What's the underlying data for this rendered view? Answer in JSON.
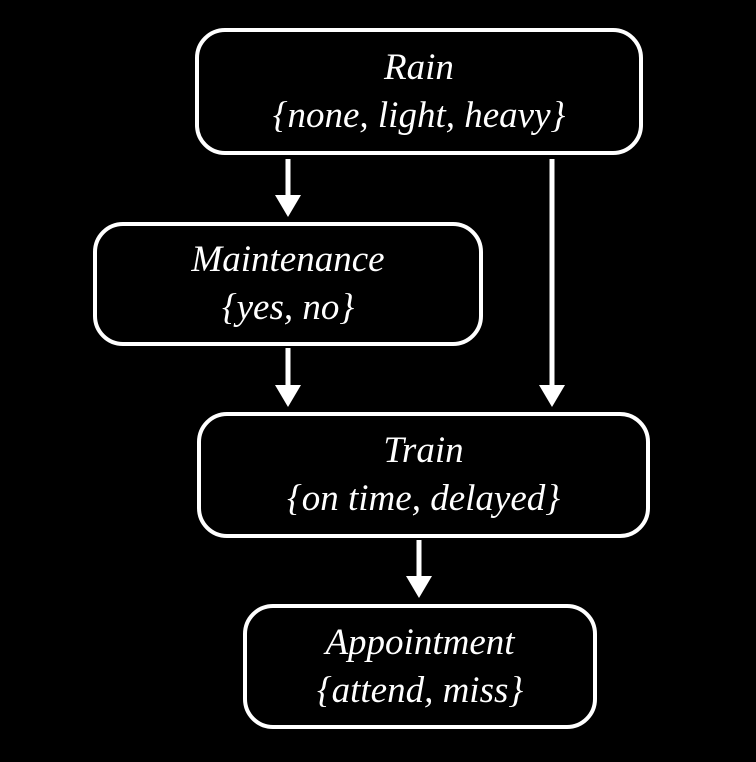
{
  "diagram": {
    "type": "bayesian-network",
    "background_color": "#000000",
    "node_border_color": "#ffffff",
    "text_color": "#ffffff"
  },
  "nodes": [
    {
      "id": "rain",
      "name": "Rain",
      "domain": "{none, light, heavy}"
    },
    {
      "id": "maintenance",
      "name": "Maintenance",
      "domain": "{yes, no}"
    },
    {
      "id": "train",
      "name": "Train",
      "domain": "{on time, delayed}"
    },
    {
      "id": "appointment",
      "name": "Appointment",
      "domain": "{attend, miss}"
    }
  ],
  "edges": [
    {
      "from": "Rain",
      "to": "Maintenance"
    },
    {
      "from": "Rain",
      "to": "Train"
    },
    {
      "from": "Maintenance",
      "to": "Train"
    },
    {
      "from": "Train",
      "to": "Appointment"
    }
  ]
}
